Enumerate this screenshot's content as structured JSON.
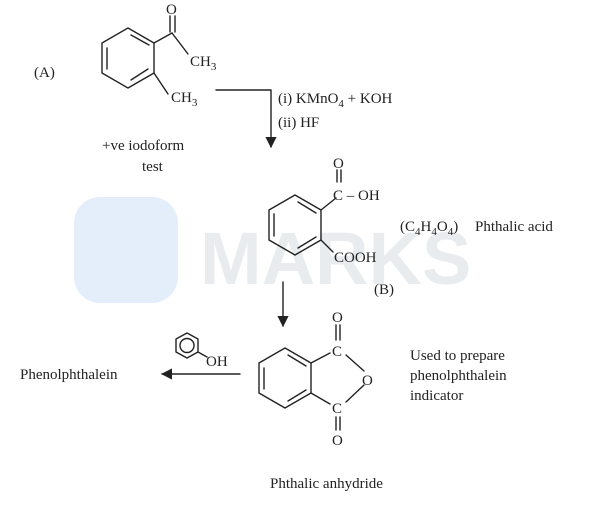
{
  "watermark": {
    "text": "MARKS",
    "color": "#e9ecef",
    "logo_color": "#e4eefb"
  },
  "compound_a": {
    "label": "(A)",
    "acyl_o": "O",
    "acyl_methyl": "CH",
    "acyl_methyl_sub": "3",
    "ring_methyl": "CH",
    "ring_methyl_sub": "3",
    "note_line1": "+ve iodoform",
    "note_line2": "test"
  },
  "step1": {
    "reagent_1_pre": "(i) KMnO",
    "reagent_1_sub": "4",
    "reagent_1_post": " + KOH",
    "reagent_2": "(ii) HF"
  },
  "compound_b": {
    "label": "(B)",
    "carbonyl_o": "O",
    "carbonyl_group": "C – OH",
    "cooh_group": "COOH",
    "formula_parts": [
      "(C",
      "4",
      "H",
      "4",
      "O",
      "4",
      ")"
    ],
    "name": "Phthalic acid"
  },
  "phenol_reagent": {
    "oh": "OH"
  },
  "product": {
    "name": "Phenolphthalein"
  },
  "anhydride": {
    "top_o": "O",
    "top_c": "C",
    "ring_o": "O",
    "bottom_c": "C",
    "bottom_o": "O",
    "name": "Phthalic anhydride",
    "use_line1": "Used to prepare",
    "use_line2": "phenolphthalein",
    "use_line3": "indicator"
  }
}
